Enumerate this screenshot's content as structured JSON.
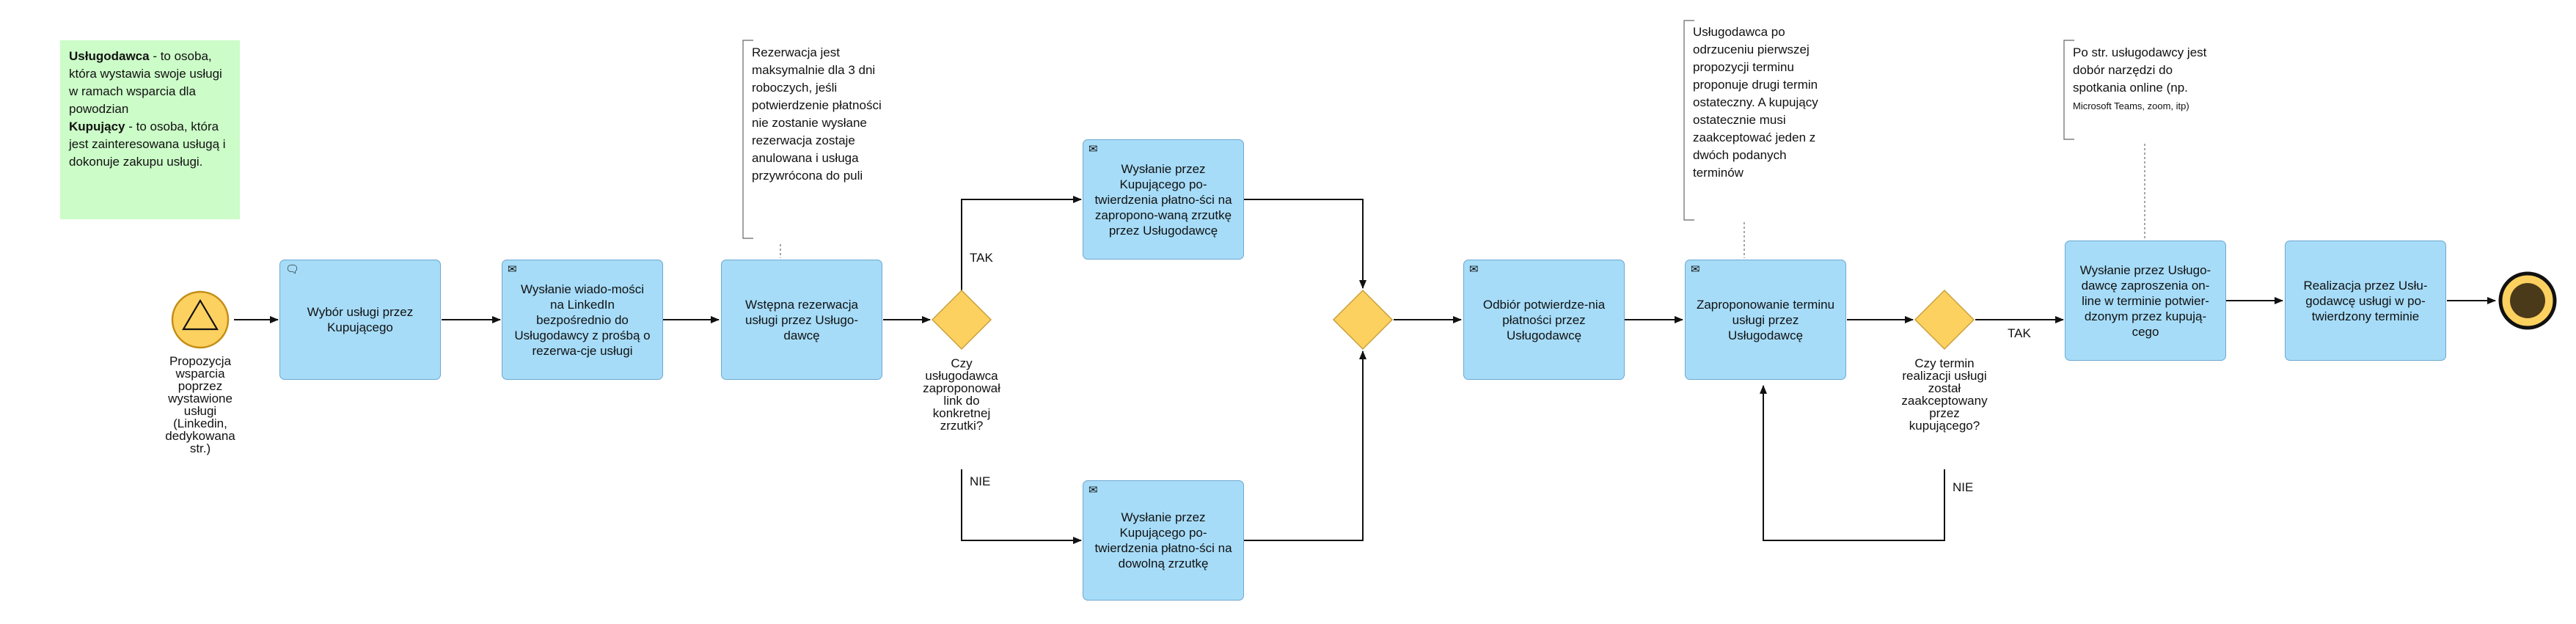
{
  "colors": {
    "task_fill": "#a6dcf8",
    "task_border": "#6fa8cf",
    "gateway_fill": "#fdd160",
    "event_fill": "#fdd160",
    "note_fill": "#ccfcc8",
    "line": "#111111"
  },
  "note": {
    "term1": "Usługodawca",
    "text1": " - to osoba, która wystawia swoje usługi w ramach wsparcia dla powodzian",
    "term2": "Kupujący",
    "text2": " - to osoba, która jest zainteresowana usługą i dokonuje zakupu usługi."
  },
  "start_event": {
    "label": "Propozycja wsparcia poprzez wystawione usługi (Linkedin, dedykowana str.)",
    "icon": "triangle-signal-icon"
  },
  "tasks": {
    "t1": {
      "label": "Wybór usługi przez Kupującego",
      "icon": "chat-bubble-icon"
    },
    "t2": {
      "label": "Wysłanie wiado-mości na LinkedIn bezpośrednio do Usługodawcy z prośbą o rezerwa-cje usługi",
      "icon": "envelope-filled-icon"
    },
    "t3": {
      "label": "Wstępna rezerwacja usługi przez Usługo-dawcę"
    },
    "t4": {
      "label": "Wysłanie przez Kupującego po-twierdzenia płatno-ści na zapropono-waną zrzutkę przez Usługodawcę",
      "icon": "envelope-filled-icon"
    },
    "t5": {
      "label": "Wysłanie przez Kupującego po-twierdzenia płatno-ści na dowolną zrzutkę",
      "icon": "envelope-filled-icon"
    },
    "t6": {
      "label": "Odbiór potwierdze-nia płatności przez Usługodawcę",
      "icon": "envelope-outline-icon"
    },
    "t7": {
      "label": "Zaproponowanie terminu usługi przez Usługodawcę",
      "icon": "envelope-filled-icon"
    },
    "t8": {
      "label": "Wysłanie przez Usługo-dawcę zaproszenia on-line w terminie potwier-dzonym przez kupują-cego"
    },
    "t9": {
      "label": "Realizacja przez Usłu-godawcę usługi w po-twierdzony terminie"
    }
  },
  "gateways": {
    "g1": {
      "label": "Czy usługodawca zaproponował link do konkretnej zrzutki?"
    },
    "g2": {
      "label": ""
    },
    "g3": {
      "label": "Czy termin realizacji usługi został zaakceptowany przez kupującego?"
    }
  },
  "flows": {
    "g1_yes": "TAK",
    "g1_no": "NIE",
    "g3_yes": "TAK",
    "g3_no": "NIE"
  },
  "annotations": {
    "a1": "Rezerwacja jest maksymalnie dla 3 dni roboczych, jeśli potwierdzenie płatności nie zostanie wysłane rezerwacja zostaje anulowana i usługa przywrócona do puli",
    "a2": "Usługodawca po odrzuceniu pierwszej propozycji terminu proponuje drugi termin ostateczny. A kupujący ostatecznie musi zaakceptować jeden z dwóch podanych terminów",
    "a3_main": "Po str. usługodawcy jest dobór narzędzi do spotkania online (np. ",
    "a3_small": "Microsoft Teams, zoom, itp)"
  },
  "end_event": {
    "label": "",
    "icon": "end-circle-icon"
  }
}
